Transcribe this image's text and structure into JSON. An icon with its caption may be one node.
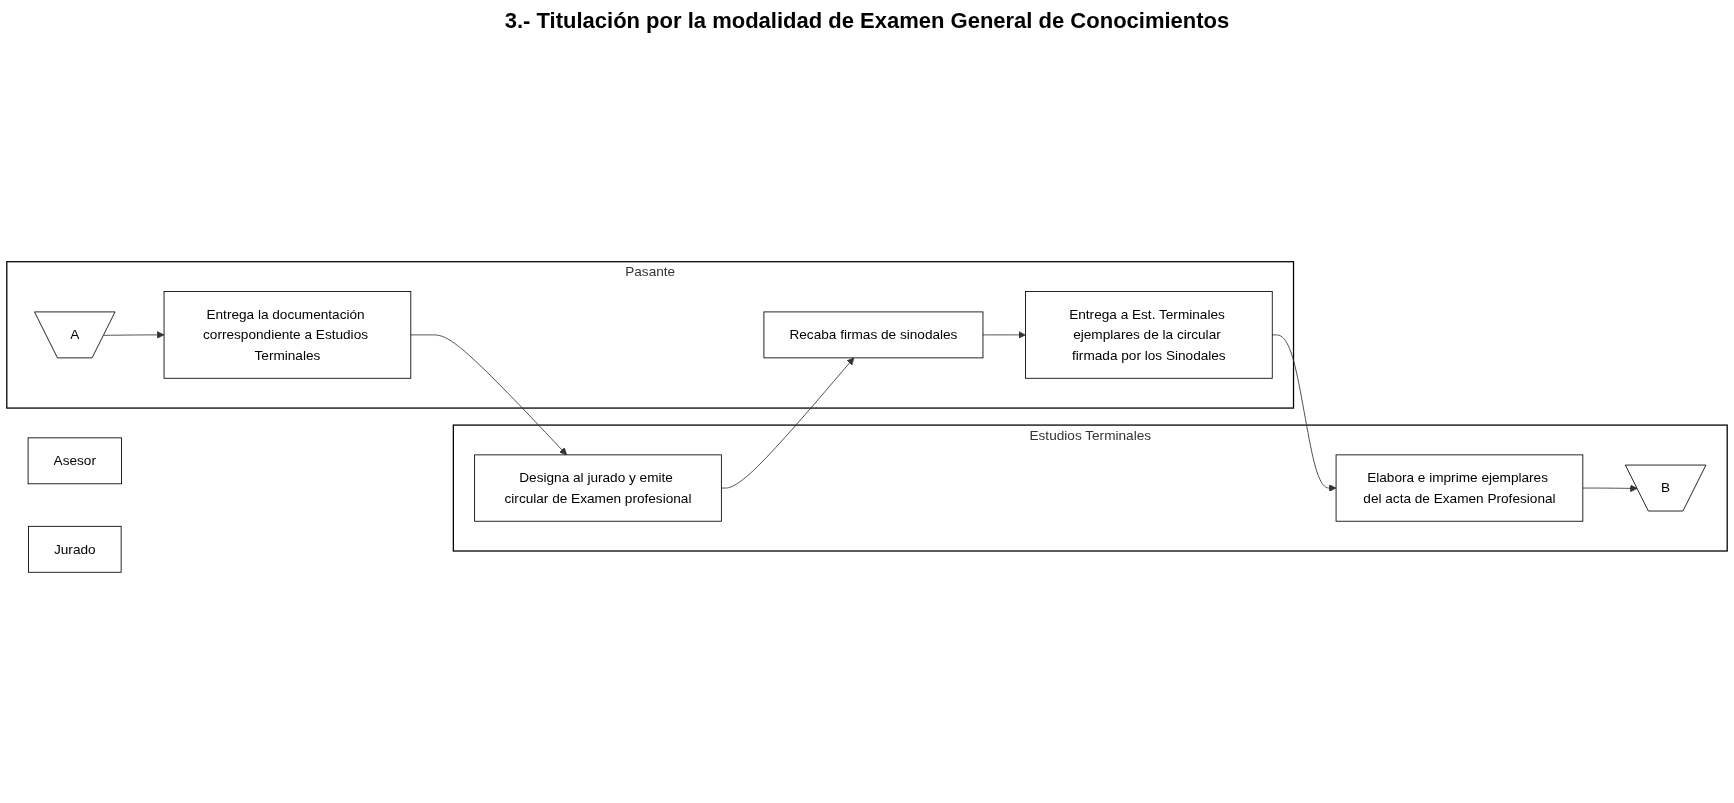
{
  "diagram": {
    "title": "3.- Titulación por la modalidad de Examen General de Conocimientos",
    "nodes": [
      {
        "text": [
          "Estudios Terminales"
        ]
      },
      {
        "text": [
          "Pasante"
        ]
      },
      {
        "text": [
          "Asesor"
        ]
      },
      {
        "text": [
          "Jurado"
        ]
      },
      {
        "text": [
          "A"
        ],
        "in": 1
      },
      {
        "text": [
          "Entrega la documentación correspondiente a Estudios Terminales"
        ],
        "in": 1
      },
      {
        "text": [
          "Designa al jurado y emite circular de Examen profesional"
        ],
        "in": 0
      },
      {
        "text": [
          "Recaba firmas de sinodales"
        ],
        "in": 1
      },
      {
        "text": [
          "Entrega a Est. Terminales ejemplares de la circular firmada por los Sinodales"
        ],
        "in": 1
      },
      {
        "text": [
          "Elabora e imprime ejemplares del acta de Examen Profesional"
        ],
        "in": 0
      },
      {
        "text": [
          "B"
        ],
        "in": 0
      }
    ],
    "edges": [
      {
        "from": 4,
        "to": 5,
        "arrow": "to"
      },
      {
        "from": 5,
        "to": 6,
        "arrow": "to"
      },
      {
        "from": 6,
        "to": 7,
        "arrow": "to"
      },
      {
        "from": 7,
        "to": 8,
        "arrow": "to"
      },
      {
        "from": 8,
        "to": 9,
        "arrow": "to"
      },
      {
        "from": 9,
        "to": 10,
        "arrow": "to"
      }
    ]
  }
}
